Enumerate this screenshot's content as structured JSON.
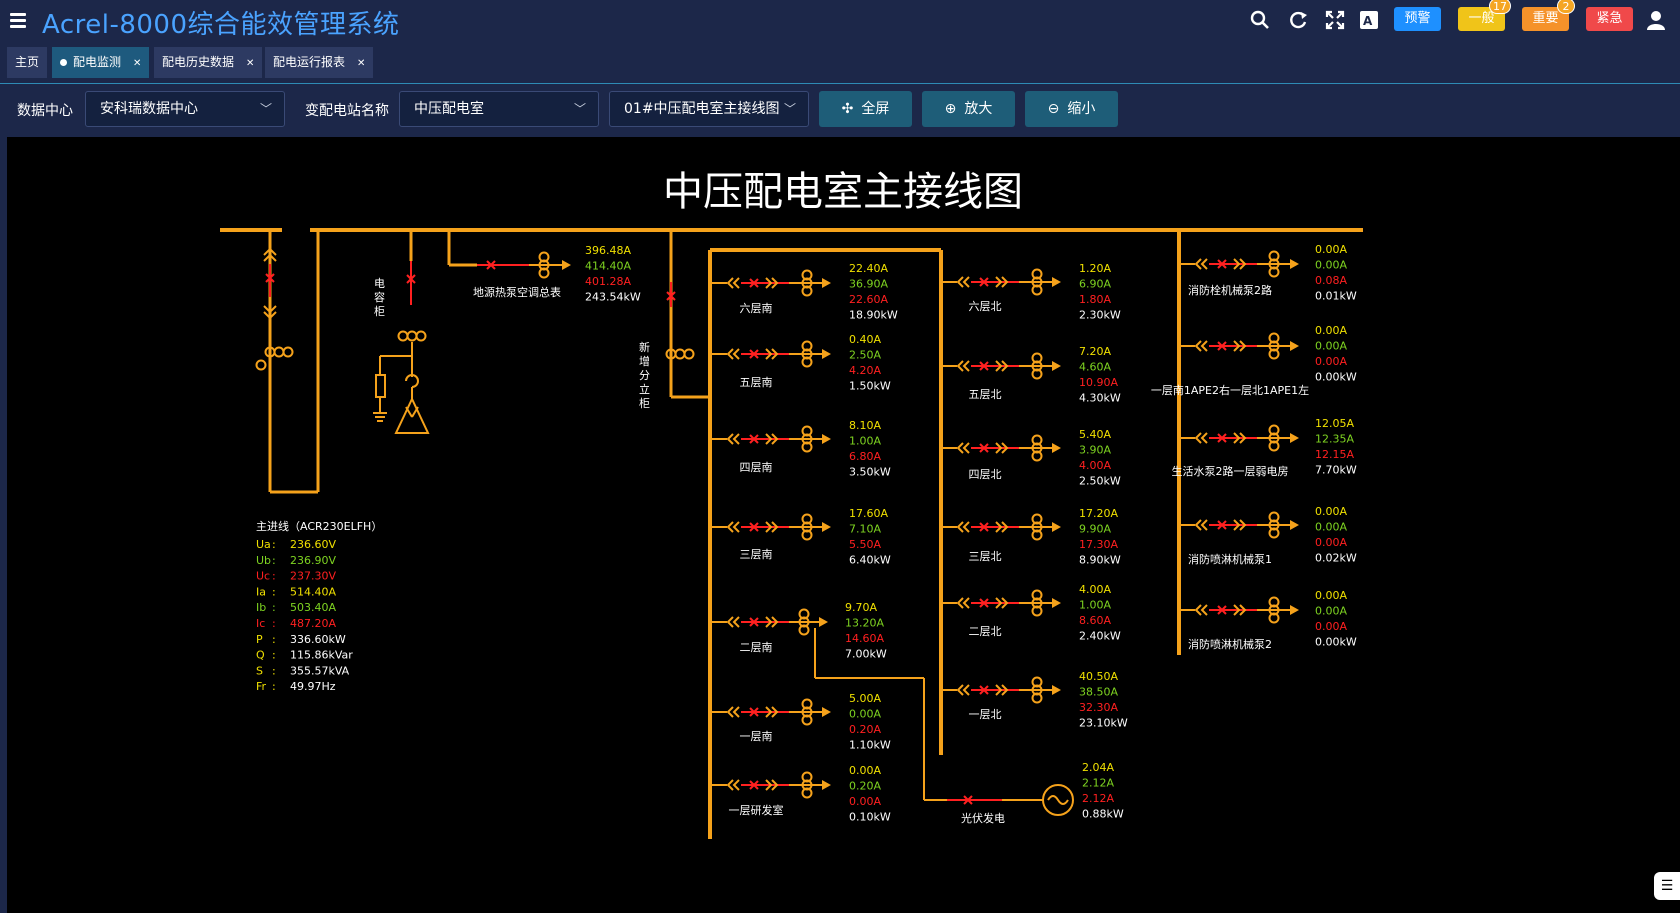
{
  "app": {
    "title": "Acrel-8000综合能效管理系统"
  },
  "alarms": [
    {
      "label": "预警",
      "count": "",
      "color": "#1e90ff"
    },
    {
      "label": "一般",
      "count": "17",
      "color": "#f0c419"
    },
    {
      "label": "重要",
      "count": "2",
      "color": "#f5922a"
    },
    {
      "label": "紧急",
      "count": "",
      "color": "#f0494a"
    }
  ],
  "icons": [
    "search-icon",
    "refresh-icon",
    "fullscreen-icon",
    "font-size-icon",
    "user-icon"
  ],
  "tabs": [
    {
      "label": "主页",
      "active": false,
      "closable": false
    },
    {
      "label": "配电监测",
      "active": true,
      "closable": true
    },
    {
      "label": "配电历史数据",
      "active": false,
      "closable": true
    },
    {
      "label": "配电运行报表",
      "active": false,
      "closable": true
    }
  ],
  "toolbar": {
    "dc_label": "数据中心",
    "dc_value": "安科瑞数据中心",
    "station_label": "变配电站名称",
    "station_value": "中压配电室",
    "diagram_value": "01#中压配电室主接线图",
    "fullscreen": "全屏",
    "zoom_in": "放大",
    "zoom_out": "缩小"
  },
  "diagram": {
    "title": "中压配电室主接线图",
    "capacitor_label": "电容柜",
    "new_cabinet_label": "新增分立柜",
    "main_line": {
      "title": "主进线（ACR230ELFH）",
      "rows": [
        {
          "k": "Ua",
          "v": "236.60V",
          "c": "#f0e000"
        },
        {
          "k": "Ub",
          "v": "236.90V",
          "c": "#7ed321"
        },
        {
          "k": "Uc",
          "v": "237.30V",
          "c": "#ff2020"
        },
        {
          "k": "Ia",
          "v": "514.40A",
          "c": "#f0e000"
        },
        {
          "k": "Ib",
          "v": "503.40A",
          "c": "#7ed321"
        },
        {
          "k": "Ic",
          "v": "487.20A",
          "c": "#ff2020"
        },
        {
          "k": "P",
          "v": "336.60kW",
          "c": "#ffffff"
        },
        {
          "k": "Q",
          "v": "115.86kVar",
          "c": "#ffffff"
        },
        {
          "k": "S",
          "v": "355.57kVA",
          "c": "#ffffff"
        },
        {
          "k": "Fr",
          "v": "49.97Hz",
          "c": "#ffffff"
        }
      ]
    },
    "feeders": [
      {
        "name": "地源热泵空调总表",
        "vals": [
          "396.48A",
          "414.40A",
          "401.28A",
          "243.54kW"
        ]
      },
      {
        "name": "六层南",
        "vals": [
          "22.40A",
          "36.90A",
          "22.60A",
          "18.90kW"
        ]
      },
      {
        "name": "五层南",
        "vals": [
          "0.40A",
          "2.50A",
          "4.20A",
          "1.50kW"
        ]
      },
      {
        "name": "四层南",
        "vals": [
          "8.10A",
          "1.00A",
          "6.80A",
          "3.50kW"
        ]
      },
      {
        "name": "三层南",
        "vals": [
          "17.60A",
          "7.10A",
          "5.50A",
          "6.40kW"
        ]
      },
      {
        "name": "二层南",
        "vals": [
          "9.70A",
          "13.20A",
          "14.60A",
          "7.00kW"
        ]
      },
      {
        "name": "一层南",
        "vals": [
          "5.00A",
          "0.00A",
          "0.20A",
          "1.10kW"
        ]
      },
      {
        "name": "一层研发室",
        "vals": [
          "0.00A",
          "0.20A",
          "0.00A",
          "0.10kW"
        ]
      },
      {
        "name": "六层北",
        "vals": [
          "1.20A",
          "6.90A",
          "1.80A",
          "2.30kW"
        ]
      },
      {
        "name": "五层北",
        "vals": [
          "7.20A",
          "4.60A",
          "10.90A",
          "4.30kW"
        ]
      },
      {
        "name": "四层北",
        "vals": [
          "5.40A",
          "3.90A",
          "4.00A",
          "2.50kW"
        ]
      },
      {
        "name": "三层北",
        "vals": [
          "17.20A",
          "9.90A",
          "17.30A",
          "8.90kW"
        ]
      },
      {
        "name": "二层北",
        "vals": [
          "4.00A",
          "1.00A",
          "8.60A",
          "2.40kW"
        ]
      },
      {
        "name": "一层北",
        "vals": [
          "40.50A",
          "38.50A",
          "32.30A",
          "23.10kW"
        ]
      },
      {
        "name": "光伏发电",
        "vals": [
          "2.04A",
          "2.12A",
          "2.12A",
          "0.88kW"
        ]
      },
      {
        "name": "消防栓机械泵2路",
        "vals": [
          "0.00A",
          "0.00A",
          "0.08A",
          "0.01kW"
        ]
      },
      {
        "name": "一层南1APE2右一层北1APE1左",
        "vals": [
          "0.00A",
          "0.00A",
          "0.00A",
          "0.00kW"
        ]
      },
      {
        "name": "生活水泵2路一层弱电房",
        "vals": [
          "12.05A",
          "12.35A",
          "12.15A",
          "7.70kW"
        ]
      },
      {
        "name": "消防喷淋机械泵1",
        "vals": [
          "0.00A",
          "0.00A",
          "0.00A",
          "0.02kW"
        ]
      },
      {
        "name": "消防喷淋机械泵2",
        "vals": [
          "0.00A",
          "0.00A",
          "0.00A",
          "0.00kW"
        ]
      }
    ],
    "colors": {
      "bus": "#f5a21b",
      "breaker": "#ff2020",
      "phaseA": "#f0e000",
      "phaseB": "#7ed321",
      "phaseC": "#ff2020",
      "power": "#ffffff"
    }
  }
}
